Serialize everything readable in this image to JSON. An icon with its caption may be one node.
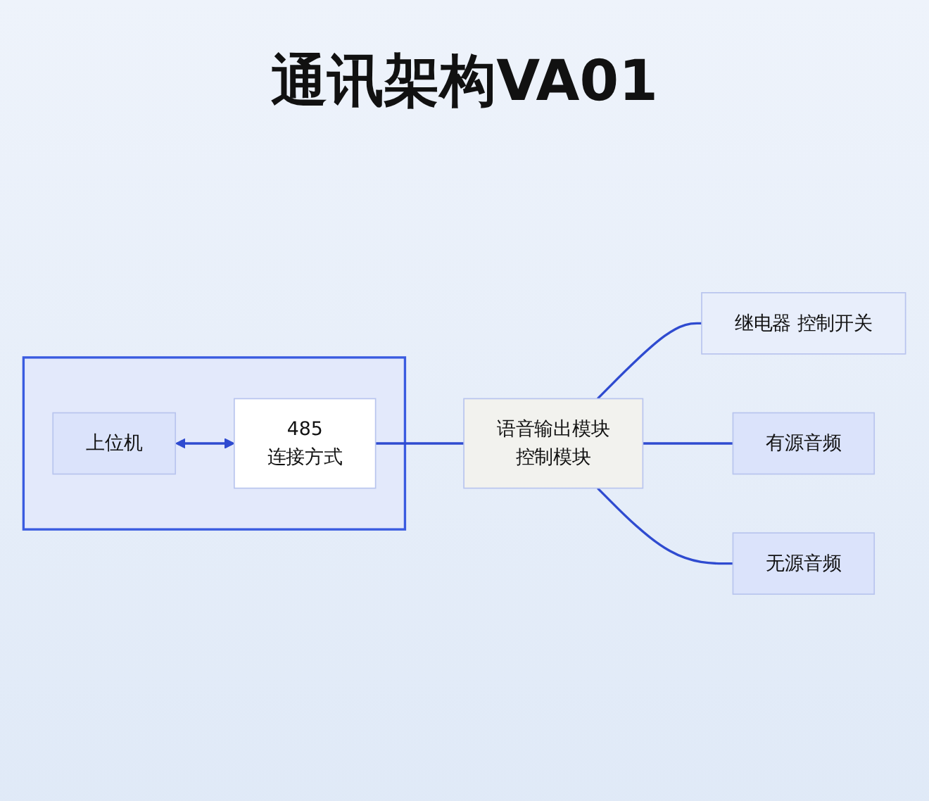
{
  "diagram": {
    "title": "通讯架构VA01",
    "nodes": [
      {
        "text": [],
        "shape": "box"
      },
      {
        "text": [
          "上位机"
        ],
        "in": 0
      },
      {
        "text": [
          "485",
          "连接方式"
        ],
        "in": 0
      },
      {
        "text": [
          "语音输出模块",
          "控制模块"
        ]
      },
      {
        "text": [
          "继电器 控制开关"
        ]
      },
      {
        "text": [
          "有源音频"
        ]
      },
      {
        "text": [
          "无源音频"
        ]
      }
    ],
    "edges": [
      {
        "from": 1,
        "to": 2,
        "arrow": "both"
      },
      {
        "from": 2,
        "to": 3,
        "arrow": "none"
      },
      {
        "from": 3,
        "to": 4,
        "arrow": "none"
      },
      {
        "from": 3,
        "to": 5,
        "arrow": "none"
      },
      {
        "from": 3,
        "to": 6,
        "arrow": "none"
      }
    ]
  }
}
